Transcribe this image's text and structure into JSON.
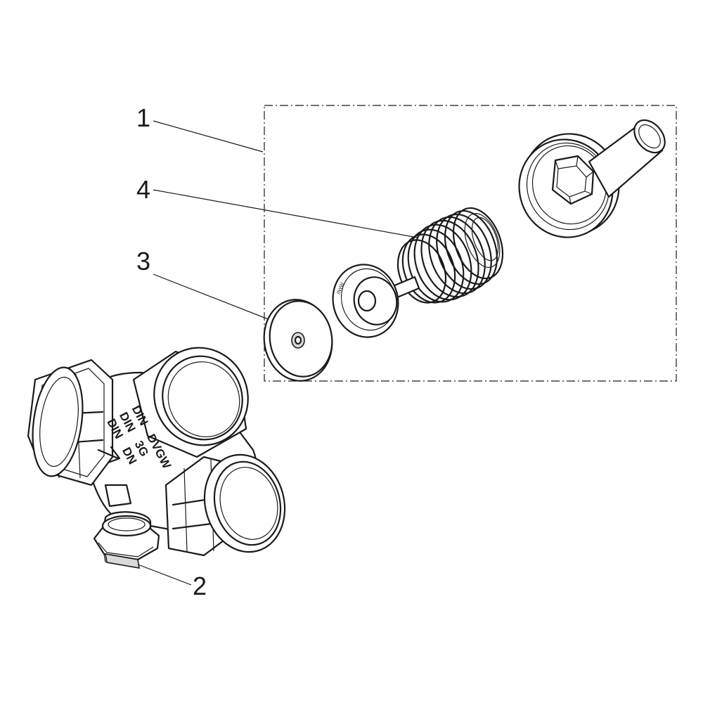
{
  "callouts": [
    {
      "id": "1",
      "text": "1"
    },
    {
      "id": "2",
      "text": "2"
    },
    {
      "id": "3",
      "text": "3"
    },
    {
      "id": "4",
      "text": "4"
    }
  ],
  "markings": {
    "body_lines": [
      "DIN",
      "DIN",
      "DIN"
    ],
    "body_codes": [
      "DVGW",
      "3G",
      "DN"
    ],
    "disc_label": "ЛWW"
  }
}
